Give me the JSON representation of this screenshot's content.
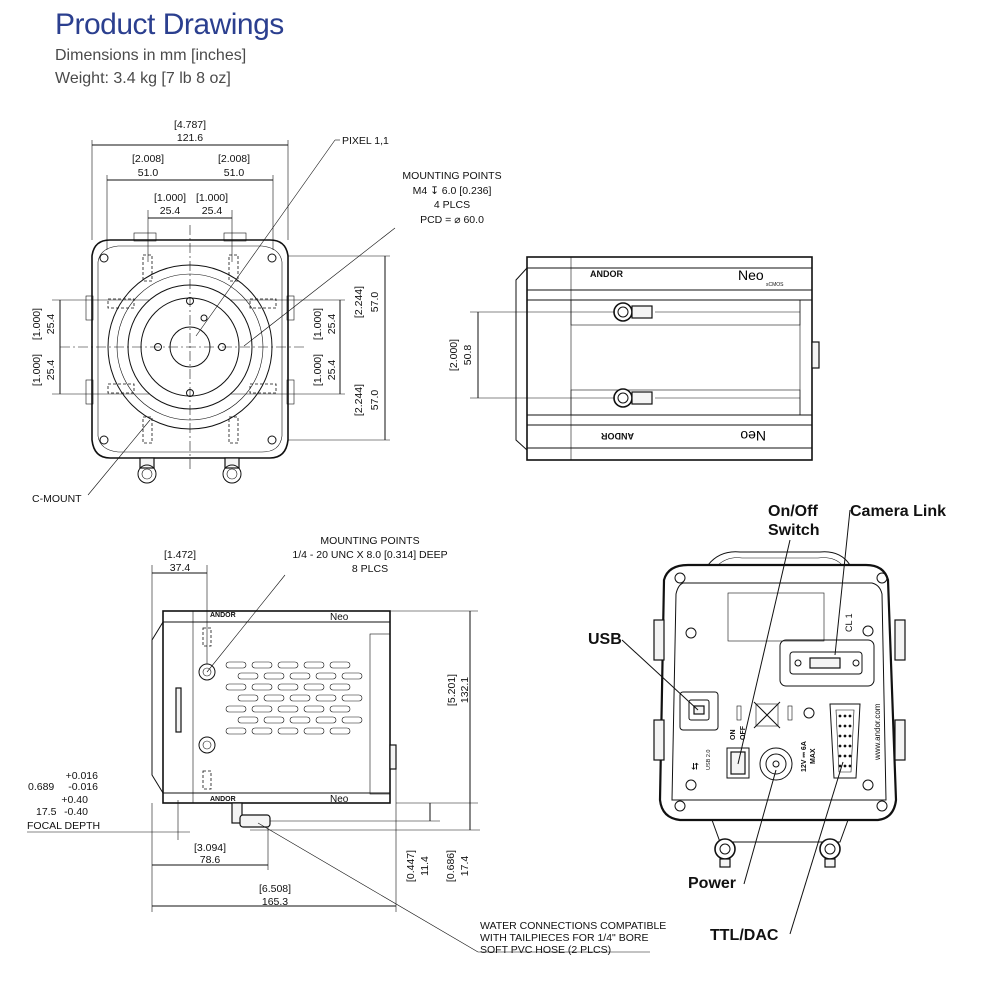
{
  "header": {
    "title": "Product Drawings",
    "line1": "Dimensions in mm [inches]",
    "line2": "Weight: 3.4 kg [7 lb 8 oz]"
  },
  "front": {
    "w_in": "[4.787]",
    "w_mm": "121.6",
    "hl_in": "[2.008]",
    "hl_mm": "51.0",
    "hr_in": "[2.008]",
    "hr_mm": "51.0",
    "ql_in": "[1.000]",
    "ql_mm": "25.4",
    "qr_in": "[1.000]",
    "qr_mm": "25.4",
    "pixel": "PIXEL 1,1",
    "mount_title": "MOUNTING POINTS",
    "mount_l1": "M4 ↧ 6.0 [0.236]",
    "mount_l2": "4 PLCS",
    "mount_l3": "PCD = ⌀ 60.0",
    "v_lt_in": "[1.000]",
    "v_lt_mm": "25.4",
    "v_lb_in": "[1.000]",
    "v_lb_mm": "25.4",
    "v_it_in": "[1.000]",
    "v_it_mm": "25.4",
    "v_ib_in": "[1.000]",
    "v_ib_mm": "25.4",
    "v_rt_in": "[2.244]",
    "v_rt_mm": "57.0",
    "v_rb_in": "[2.244]",
    "v_rb_mm": "57.0",
    "cmount": "C-MOUNT"
  },
  "top": {
    "brand": "ANDOR",
    "model": "Neo",
    "model_sub": "sCMOS",
    "v_in": "[2.000]",
    "v_mm": "50.8"
  },
  "side": {
    "mount_title": "MOUNTING POINTS",
    "mount_l1": "1/4 - 20 UNC X 8.0 [0.314] DEEP",
    "mount_l2": "8 PLCS",
    "a_in": "[1.472]",
    "a_mm": "37.4",
    "h_in": "[5.201]",
    "h_mm": "132.1",
    "fd_tol_up_in": "+0.016",
    "fd_in": "0.689",
    "fd_tol_dn_in": "-0.016",
    "fd_tol_up_mm": "+0.40",
    "fd_mm": "17.5",
    "fd_tol_dn_mm": "-0.40",
    "fd_label": "FOCAL DEPTH",
    "b_in": "[3.094]",
    "b_mm": "78.6",
    "c_in": "[6.508]",
    "c_mm": "165.3",
    "d_in": "[0.447]",
    "d_mm": "11.4",
    "e_in": "[0.686]",
    "e_mm": "17.4",
    "water_l1": "WATER CONNECTIONS COMPATIBLE",
    "water_l2": "WITH TAILPIECES FOR 1/4\" BORE",
    "water_l3": "SOFT PVC HOSE (2 PLCS)",
    "brand": "ANDOR",
    "model": "Neo"
  },
  "back": {
    "onoff_l1": "On/Off",
    "onoff_l2": "Switch",
    "camlink": "Camera Link",
    "usb": "USB",
    "power": "Power",
    "ttl": "TTL/DAC",
    "cl1": "CL 1",
    "www": "www.andor.com",
    "on": "ON",
    "off": "OFF",
    "usb20": "USB 2.0",
    "pwr_l1": "12V ⎓ 6A",
    "pwr_l2": "MAX"
  }
}
